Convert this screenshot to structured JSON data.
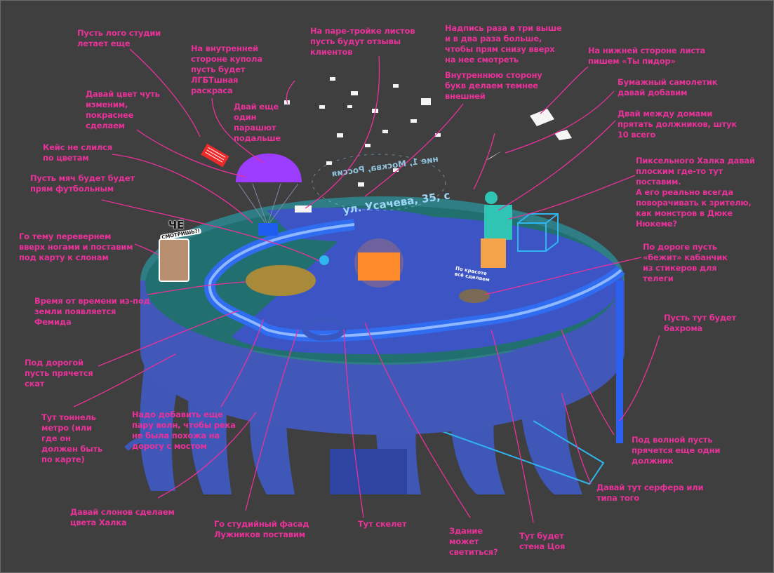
{
  "colors": {
    "background": "#3f3f3f",
    "annotation": "#e8329a",
    "platform": "#4a64c8",
    "river": "#2f6cf0",
    "parachute": "#9b3cff",
    "building": "#ff8a2a"
  },
  "annotations": [
    "Пусть лого студии\nлетает еще",
    "На внутренней\nстороне купола\nпусть будет\nЛГБТшная\nраскраса",
    "Давай цвет чуть\nизменим,\nпокраснее\nсделаем",
    "Двай еще\nодин\nпарашют\nподальше",
    "Кейс не слился\nпо цветам",
    "Пусть мяч будет будет\nпрям футбольным",
    "На паре-тройке листов\nпусть будут отзывы\nклиентов",
    "Надпись раза в три выше\nи в два раза больше,\nчтобы прям снизу вверх\nна нее смотреть",
    "Внутреннюю сторону\nбукв делаем темнее\nвнешней",
    "На нижней стороне листа\nпишем «Ты пидор»",
    "Бумажный самолетик\nдавай добавим",
    "Двай между домами\nпрятать должников, штук\n10 всего",
    "Пиксельного Халка давай\nплоским где-то тут\nпоставим.\nА его реально всегда\nповорачивать к зрителю,\nкак монстров в Дюке\nНюкеме?",
    "По дороге пусть\n«бежит» кабанчик\nиз стикеров для\nтелеги",
    "Пусть тут будет\nбахрома",
    "Го тему перевернем\nвверх ногами и поставим\nпод карту к слонам",
    "Время от времени из-под\nземли появляется\nФемида",
    "Под дорогой\nпусть прячется\nскат",
    "Тут тоннель\nметро (или\nгде он\nдолжен быть\nпо карте)",
    "Надо добавить еще\nпару волн, чтобы река\nне была похожа на\nдорогу с мостом",
    "Давай слонов сделаем\nцвета Халка",
    "Го студийный фасад\nЛужников поставим",
    "Тут скелет",
    "Здание\nможет\nсветиться?",
    "Тут будет\nстена Цоя",
    "Под волной пусть\nпрячется еще одни\nдолжник",
    "Давай тут серфера или\nтипа того"
  ],
  "scene_text": {
    "sticker_che": "ЧЕ",
    "sticker_smotrish": "СМОТРИШЬ?!",
    "sticker_krasota": "По красоте\nвсё сделаем",
    "address_front": "ул. Усачева, 35, с",
    "address_back": "ние 1, Москва, Россия"
  }
}
